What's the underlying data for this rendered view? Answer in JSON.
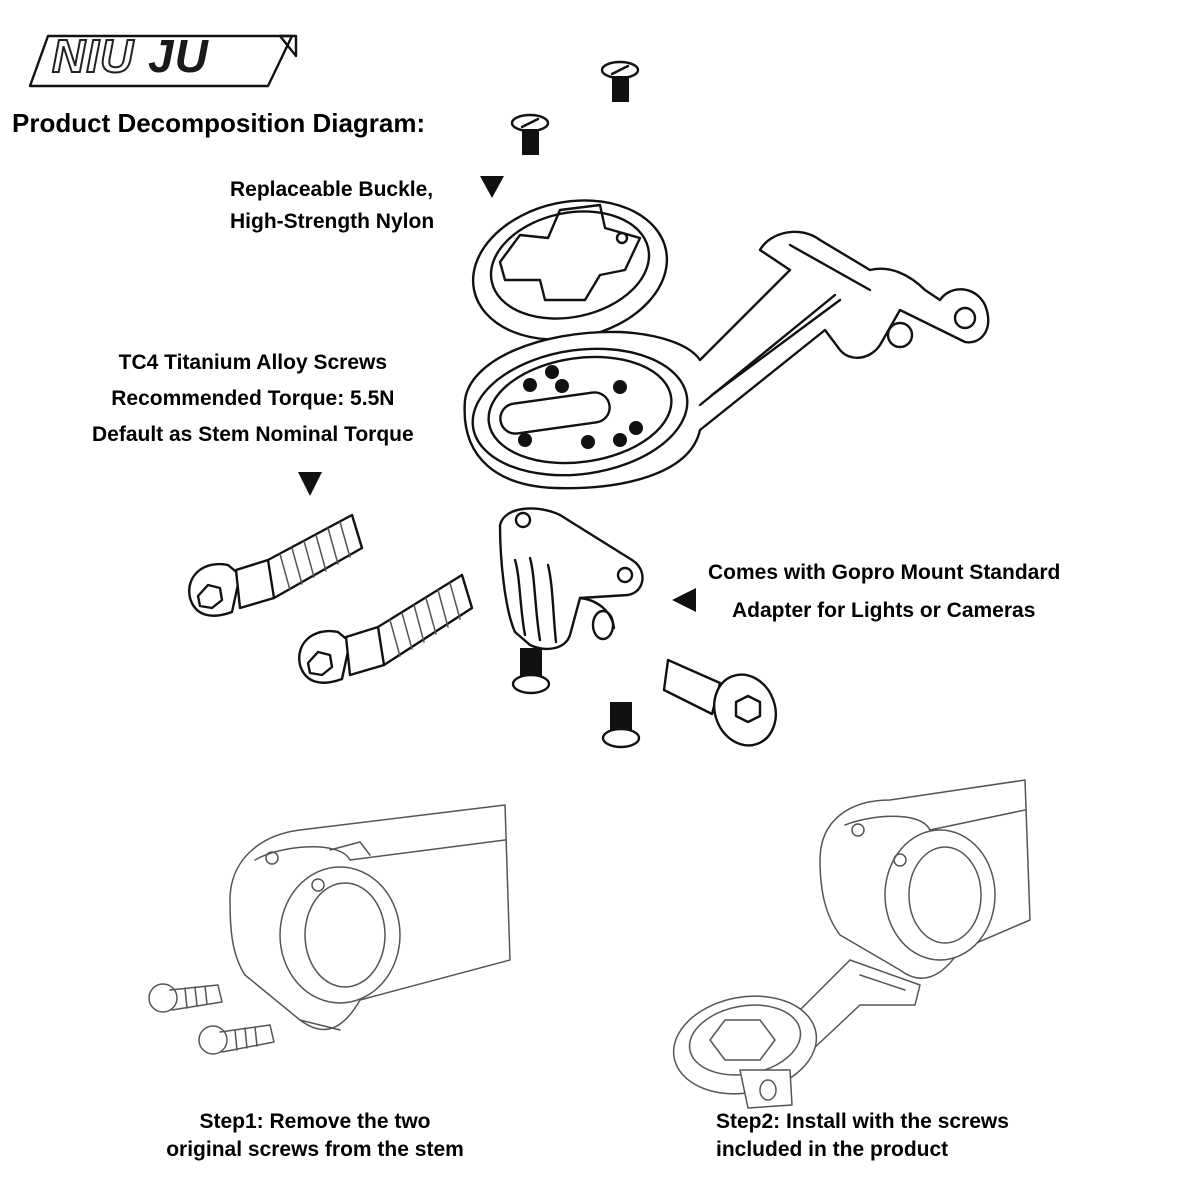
{
  "brand": {
    "logo_text_1": "NIU",
    "logo_text_2": "JU"
  },
  "title": "Product Decomposition Diagram:",
  "labels": {
    "buckle": [
      "Replaceable Buckle,",
      "High-Strength Nylon"
    ],
    "screws": [
      "TC4 Titanium Alloy Screws",
      "Recommended Torque: 5.5N",
      "Default as Stem Nominal Torque"
    ],
    "gopro": [
      "Comes with Gopro Mount Standard",
      "Adapter for Lights or Cameras"
    ]
  },
  "steps": {
    "step1": [
      "Step1: Remove the two",
      "original screws from the stem"
    ],
    "step2": [
      "Step2: Install with the screws",
      "included in the product"
    ]
  },
  "icons": [
    "down-arrow-icon",
    "left-arrow-icon",
    "screw-icon",
    "bolt-icon"
  ]
}
